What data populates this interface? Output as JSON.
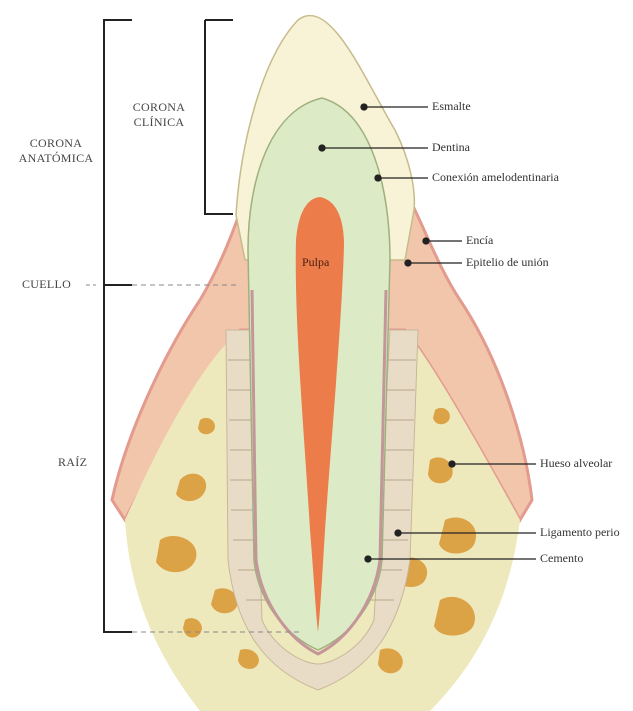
{
  "left_labels": {
    "corona_anatomica": [
      "CORONA",
      "ANATÓMICA"
    ],
    "corona_clinica": [
      "CORONA",
      "CLÍNICA"
    ],
    "cuello": "CUELLO",
    "raiz": "RAÍZ"
  },
  "pulp_label": "Pulpa",
  "right_labels": {
    "esmalte": "Esmalte",
    "dentina": "Dentina",
    "conexion": "Conexión amelodentinaria",
    "encia": "Encía",
    "epitelio": "Epitelio de unión",
    "hueso": "Hueso alveolar",
    "ligamento": "Ligamento perio",
    "cemento": "Cemento"
  },
  "colors": {
    "enamel": "#f8f3d6",
    "dentin": "#dcebc6",
    "pulp": "#ec7d4b",
    "gum": "#f2c6ab",
    "gum_edge": "#e8a598",
    "bone": "#eee9bc",
    "bone_spots": "#dca246",
    "ligament": "#e9dcc6",
    "leader": "#222222"
  }
}
